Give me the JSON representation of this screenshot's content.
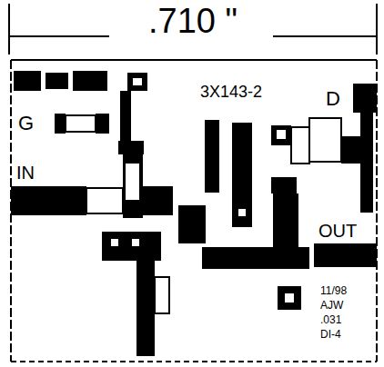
{
  "diagram": {
    "labels": [
      ".710 \"",
      "G",
      "IN",
      "3X143-2",
      "D",
      "OUT",
      "11/98",
      "AJW",
      ".031",
      "DI-4"
    ]
  }
}
